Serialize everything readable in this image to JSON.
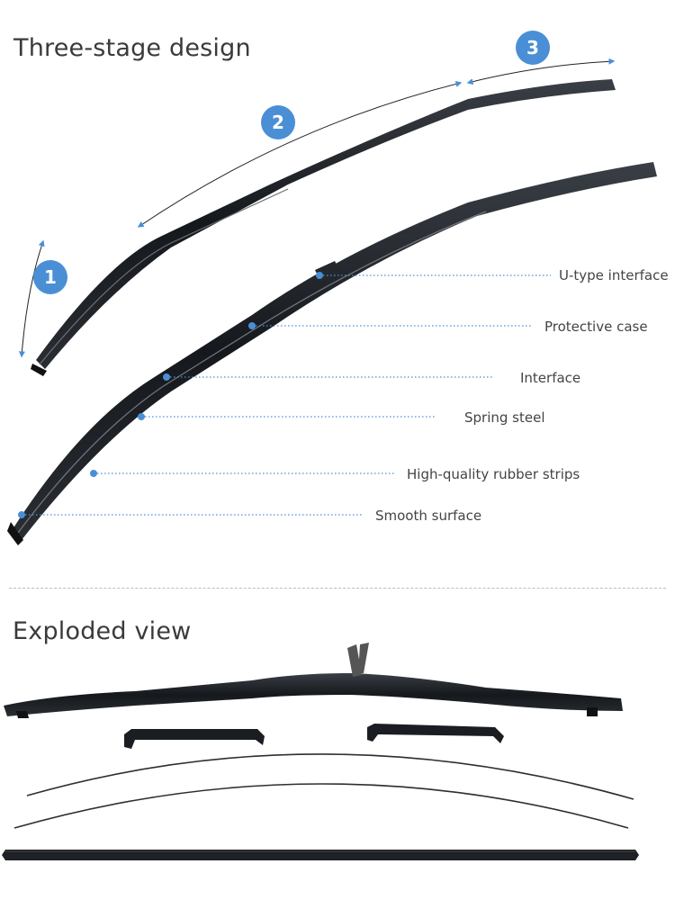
{
  "sections": {
    "three_stage": {
      "title": "Three-stage design"
    },
    "exploded": {
      "title": "Exploded view"
    }
  },
  "stages": [
    {
      "number": "1"
    },
    {
      "number": "2"
    },
    {
      "number": "3"
    }
  ],
  "callouts": [
    {
      "text": "U-type interface"
    },
    {
      "text": "Protective case"
    },
    {
      "text": "Interface"
    },
    {
      "text": "Spring steel"
    },
    {
      "text": "High-quality rubber strips"
    },
    {
      "text": "Smooth surface"
    }
  ],
  "colors": {
    "accent": "#4a8fd6",
    "blade": "#1c1f24",
    "leader": "#4a8fd6"
  }
}
